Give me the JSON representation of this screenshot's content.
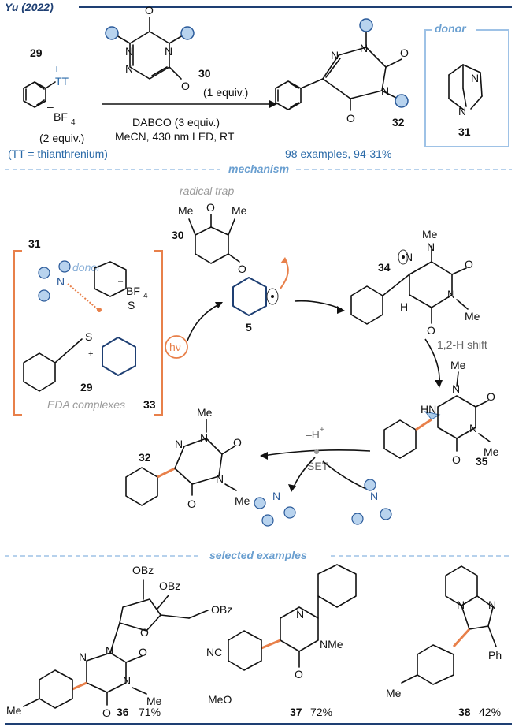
{
  "header": {
    "title": "Yu (2022)",
    "donor_box_label": "donor"
  },
  "top_scheme": {
    "reagent_29_number": "29",
    "tt_plus": "+",
    "tt_label": "TT",
    "bf4_label": "BF",
    "bf4_sub": "4",
    "bf4_minus": "–",
    "equiv_29": "(2 equiv.)",
    "tt_definition": "(TT = thianthrenium)",
    "reagent_30_number": "30",
    "equiv_30": "(1 equiv.)",
    "condition_base": "DABCO (3 equiv.)",
    "condition_solvent": "MeCN, 430 nm LED, RT",
    "product_number": "32",
    "scope_text": "98 examples, 94-31%",
    "donor_number": "31"
  },
  "mechanism": {
    "section_title": "mechanism",
    "radical_trap_label": "radical trap",
    "label_31": "31",
    "label_donor": "donor",
    "label_29": "29",
    "label_33": "33",
    "eda_label": "EDA complexes",
    "hv_label": "hν",
    "label_30": "30",
    "label_5": "5",
    "label_34": "34",
    "shift_label": "1,2-H shift",
    "label_35": "35",
    "label_32": "32",
    "deprot_label": "–H",
    "set_label": "SET",
    "me": "Me",
    "h": "H",
    "hn": "HN",
    "n": "N",
    "o": "O",
    "s": "S",
    "plus": "+"
  },
  "examples": {
    "section_title": "selected examples",
    "obz": "OBz",
    "o": "O",
    "nc": "NC",
    "meo": "MeO",
    "me": "Me",
    "nme": "NMe",
    "ph": "Ph",
    "n": "N",
    "items": [
      {
        "number": "36",
        "yield": "71%"
      },
      {
        "number": "37",
        "yield": "72%"
      },
      {
        "number": "38",
        "yield": "42%"
      }
    ]
  },
  "colors": {
    "accent_blue": "#6a9fd0",
    "dark_blue": "#1e3f73",
    "orange": "#e8804a",
    "light_blue_fill": "#b8d3ee"
  }
}
